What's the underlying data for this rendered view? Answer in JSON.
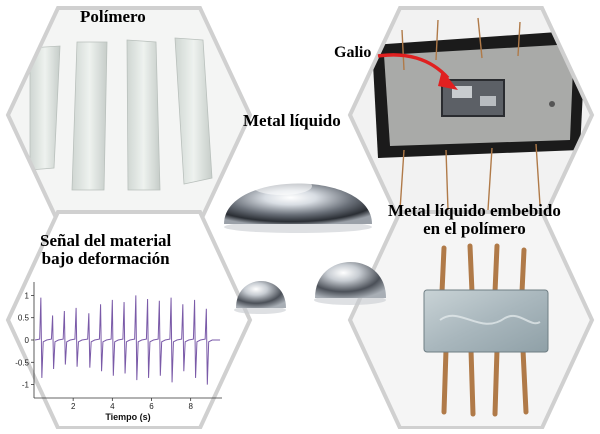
{
  "labels": {
    "polymer": "Polímero",
    "liquid_metal": "Metal líquido",
    "gallium": "Galio",
    "signal_line1": "Señal del material",
    "signal_line2": "bajo deformación",
    "embedded_line1": "Metal líquido embebido",
    "embedded_line2": "en el polímero"
  },
  "colors": {
    "hex_border": "#d0d0d0",
    "signal_line": "#7a5aa8",
    "arrow": "#e02020",
    "polymer_strip": "#e6ebe8",
    "tray": "#1b1b1b",
    "wire": "#b07a48"
  },
  "chart_data": {
    "type": "line",
    "xlabel": "Tiempo (s)",
    "ylabel": "",
    "xlim": [
      0,
      9.6
    ],
    "ylim": [
      -1.3,
      1.3
    ],
    "xticks": [
      "2",
      "4",
      "6",
      "8"
    ],
    "yticks": [
      "1",
      "0.5",
      "0",
      "-0.5",
      "-1"
    ],
    "grid": false,
    "series": [
      {
        "peaks_x": [
          0.35,
          0.95,
          1.55,
          2.15,
          2.8,
          3.4,
          4.0,
          4.6,
          5.2,
          5.8,
          6.4,
          7.0,
          7.6,
          8.2,
          8.8
        ],
        "peaks_y": [
          0.95,
          0.55,
          0.65,
          0.72,
          0.6,
          0.8,
          0.9,
          0.85,
          1.0,
          0.92,
          0.88,
          0.95,
          0.8,
          0.9,
          0.7
        ],
        "troughs_y": [
          -0.85,
          -0.65,
          -0.55,
          -0.6,
          -0.62,
          -0.7,
          -0.8,
          -0.75,
          -0.9,
          -0.85,
          -0.8,
          -0.95,
          -0.7,
          -0.85,
          -1.0
        ]
      }
    ]
  }
}
